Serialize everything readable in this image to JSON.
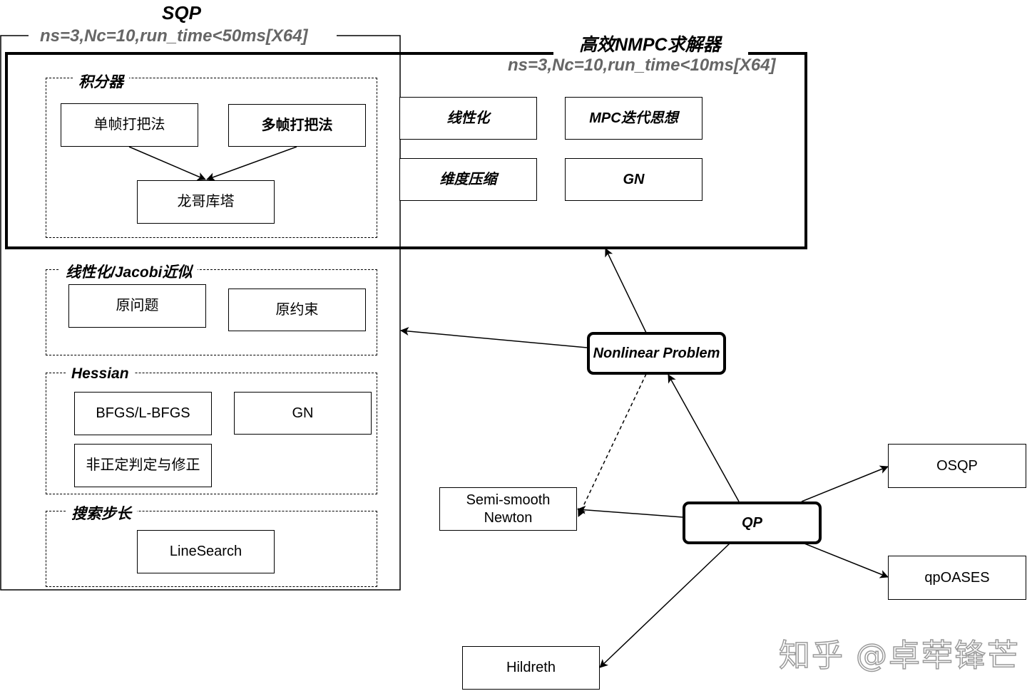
{
  "sqp": {
    "title": "SQP",
    "subtitle": "ns=3,Nc=10,run_time<50ms[X64]"
  },
  "nmpc": {
    "title": "高效NMPC求解器",
    "subtitle": "ns=3,Nc=10,run_time<10ms[X64]",
    "items": [
      "线性化",
      "MPC迭代思想",
      "维度压缩",
      "GN"
    ]
  },
  "integrator": {
    "title": "积分器",
    "single_shooting": "单帧打把法",
    "multi_shooting": "多帧打把法",
    "runge_kutta": "龙哥库塔"
  },
  "linearization": {
    "title": "线性化/Jacobi近似",
    "original_problem": "原问题",
    "original_constraints": "原约束"
  },
  "hessian": {
    "title": "Hessian",
    "bfgs": "BFGS/L-BFGS",
    "gn": "GN",
    "non_pd": "非正定判定与修正"
  },
  "step": {
    "title": "搜索步长",
    "line_search": "LineSearch"
  },
  "nonlinear_problem": "Nonlinear Problem",
  "qp": "QP",
  "solvers": {
    "osqp": "OSQP",
    "qpoases": "qpOASES",
    "semi_smooth_newton": "Semi-smooth Newton",
    "hildreth": "Hildreth"
  },
  "watermark": "知乎 @卓荦锋芒"
}
